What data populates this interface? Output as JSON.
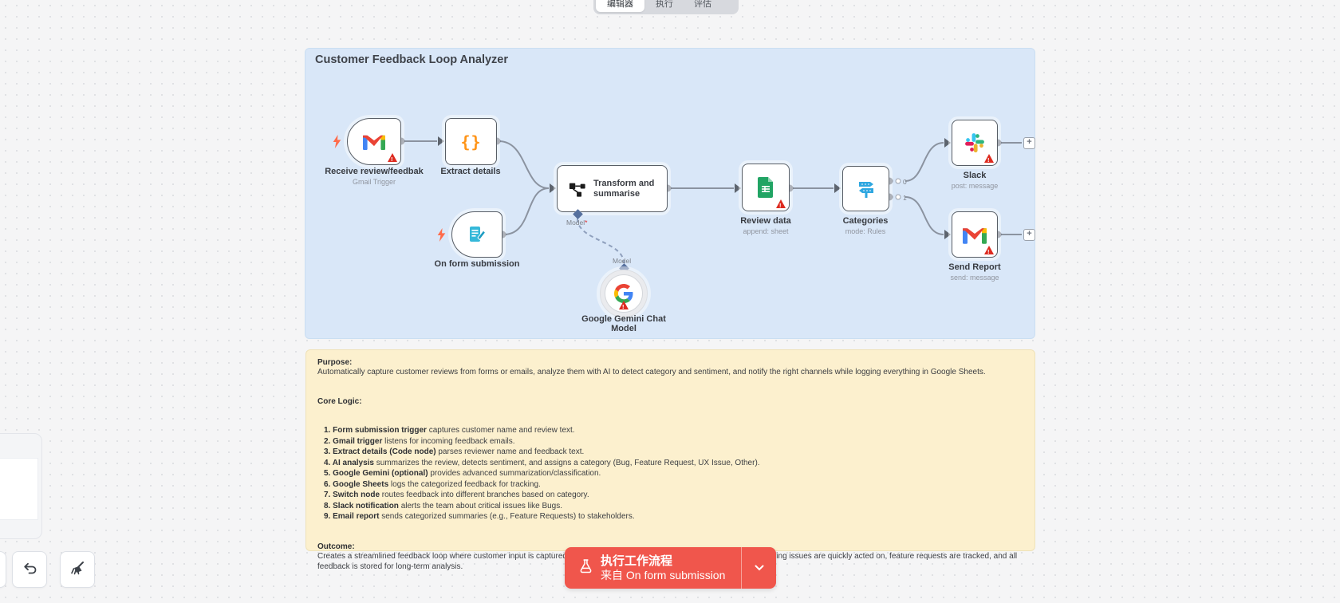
{
  "tabs": [
    {
      "label": "编辑器",
      "active": true
    },
    {
      "label": "执行",
      "active": false
    },
    {
      "label": "评估",
      "active": false
    }
  ],
  "workflow_sticky": {
    "title": "Customer Feedback Loop Analyzer"
  },
  "nodes": {
    "gmail_trigger": {
      "label": "Receive review/feedbak",
      "subtitle": "Gmail Trigger"
    },
    "extract_details": {
      "label": "Extract details"
    },
    "form_trigger": {
      "label": "On form submission"
    },
    "transform": {
      "label": "Transform and summarise"
    },
    "review_data": {
      "label": "Review data",
      "subtitle": "append: sheet"
    },
    "categories": {
      "label": "Categories",
      "subtitle": "mode: Rules"
    },
    "slack": {
      "label": "Slack",
      "subtitle": "post: message"
    },
    "send_report": {
      "label": "Send Report",
      "subtitle": "send: message"
    },
    "gemini": {
      "label_line1": "Google Gemini Chat",
      "label_line2": "Model"
    }
  },
  "connectors": {
    "model_required": "Model",
    "required_mark": "*",
    "model": "Model",
    "output_0": "0",
    "output_1": "1",
    "plus": "+"
  },
  "description_sticky": {
    "purpose_title": "Purpose:",
    "purpose_body": "Automatically capture customer reviews from forms or emails, analyze them with AI to detect category and sentiment, and notify the right channels while logging everything in Google Sheets.",
    "core_logic_title": "Core Logic:",
    "items": [
      {
        "lead": "1. Form submission trigger",
        "rest": " captures customer name and review text."
      },
      {
        "lead": "2. Gmail trigger",
        "rest": " listens for incoming feedback emails."
      },
      {
        "lead": "3. Extract details (Code node)",
        "rest": " parses reviewer name and feedback text."
      },
      {
        "lead": "4. AI analysis",
        "rest": " summarizes the review, detects sentiment, and assigns a category (Bug, Feature Request, UX Issue, Other)."
      },
      {
        "lead": "5. Google Gemini (optional)",
        "rest": " provides advanced summarization/classification."
      },
      {
        "lead": "6. Google Sheets",
        "rest": " logs the categorized feedback for tracking."
      },
      {
        "lead": "7. Switch node",
        "rest": " routes feedback into different branches based on category."
      },
      {
        "lead": "8. Slack notification",
        "rest": " alerts the team about critical issues like Bugs."
      },
      {
        "lead": "9. Email report",
        "rest": " sends categorized summaries (e.g., Feature Requests) to stakeholders."
      }
    ],
    "outcome_title": "Outcome:",
    "outcome_body": "Creates a streamlined feedback loop where customer input is captured, structured, categorized, and routed automatically — ensuring issues are quickly acted on, feature requests are tracked, and all feedback is stored for long-term analysis."
  },
  "execute_button": {
    "line1": "执行工作流程",
    "line2": "来自 On form submission"
  },
  "colors": {
    "accent_red": "#f0564c",
    "sticky_blue": "#d9e7f8",
    "sticky_yellow": "#fcf0ce",
    "node_border": "#585e66",
    "edge": "#8b93a0"
  }
}
